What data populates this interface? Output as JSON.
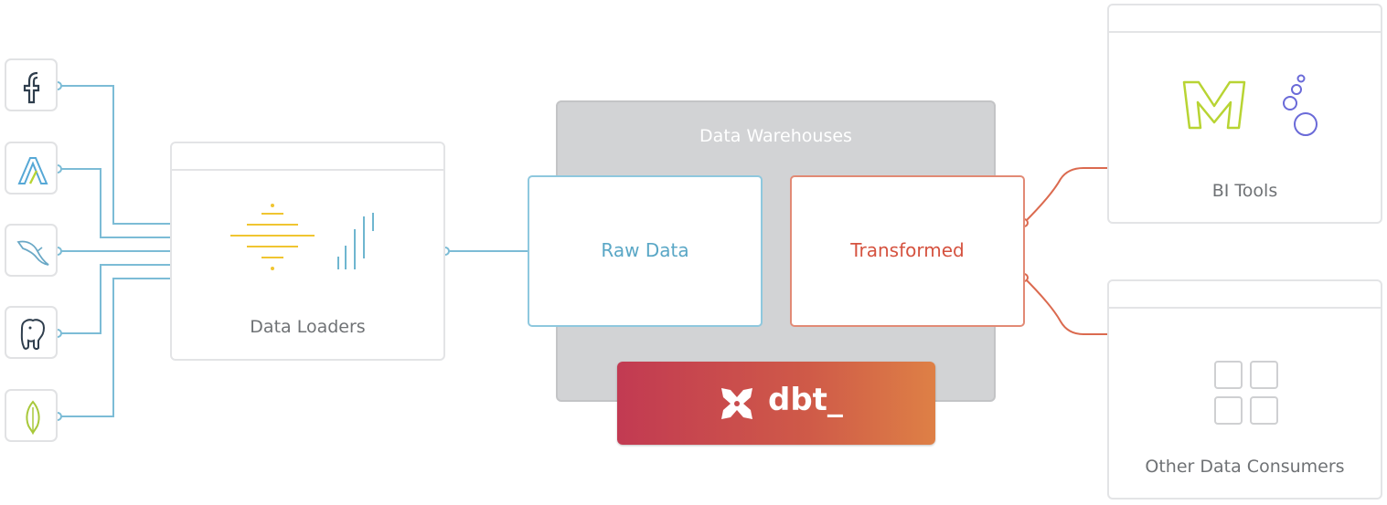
{
  "sources": [
    {
      "name": "facebook",
      "icon": "facebook-icon"
    },
    {
      "name": "amplitude",
      "icon": "amplitude-icon"
    },
    {
      "name": "mysql",
      "icon": "mysql-dolphin-icon"
    },
    {
      "name": "postgresql",
      "icon": "postgresql-elephant-icon"
    },
    {
      "name": "mongodb",
      "icon": "mongodb-leaf-icon"
    }
  ],
  "loaders": {
    "label": "Data Loaders",
    "icons": [
      "stitch-icon",
      "fivetran-icon"
    ]
  },
  "warehouse": {
    "title": "Data Warehouses",
    "raw": {
      "label": "Raw Data"
    },
    "transformed": {
      "label": "Transformed"
    }
  },
  "dbt": {
    "label": "dbt_",
    "icon": "dbt-logo-icon"
  },
  "bi_tools": {
    "label": "BI Tools",
    "icons": [
      "mode-icon",
      "looker-icon"
    ]
  },
  "consumers": {
    "label": "Other Data Consumers",
    "icon": "grid-squares-icon"
  },
  "colors": {
    "blue": "#6db4cf",
    "orange": "#db6a4f",
    "raw_text": "#5aa7c6",
    "transformed_text": "#d5523f",
    "gray_border": "#e3e4e6",
    "warehouse": "#d2d3d5",
    "yellow": "#f0c531",
    "lime": "#b8d433",
    "purple": "#6a6ad8"
  }
}
